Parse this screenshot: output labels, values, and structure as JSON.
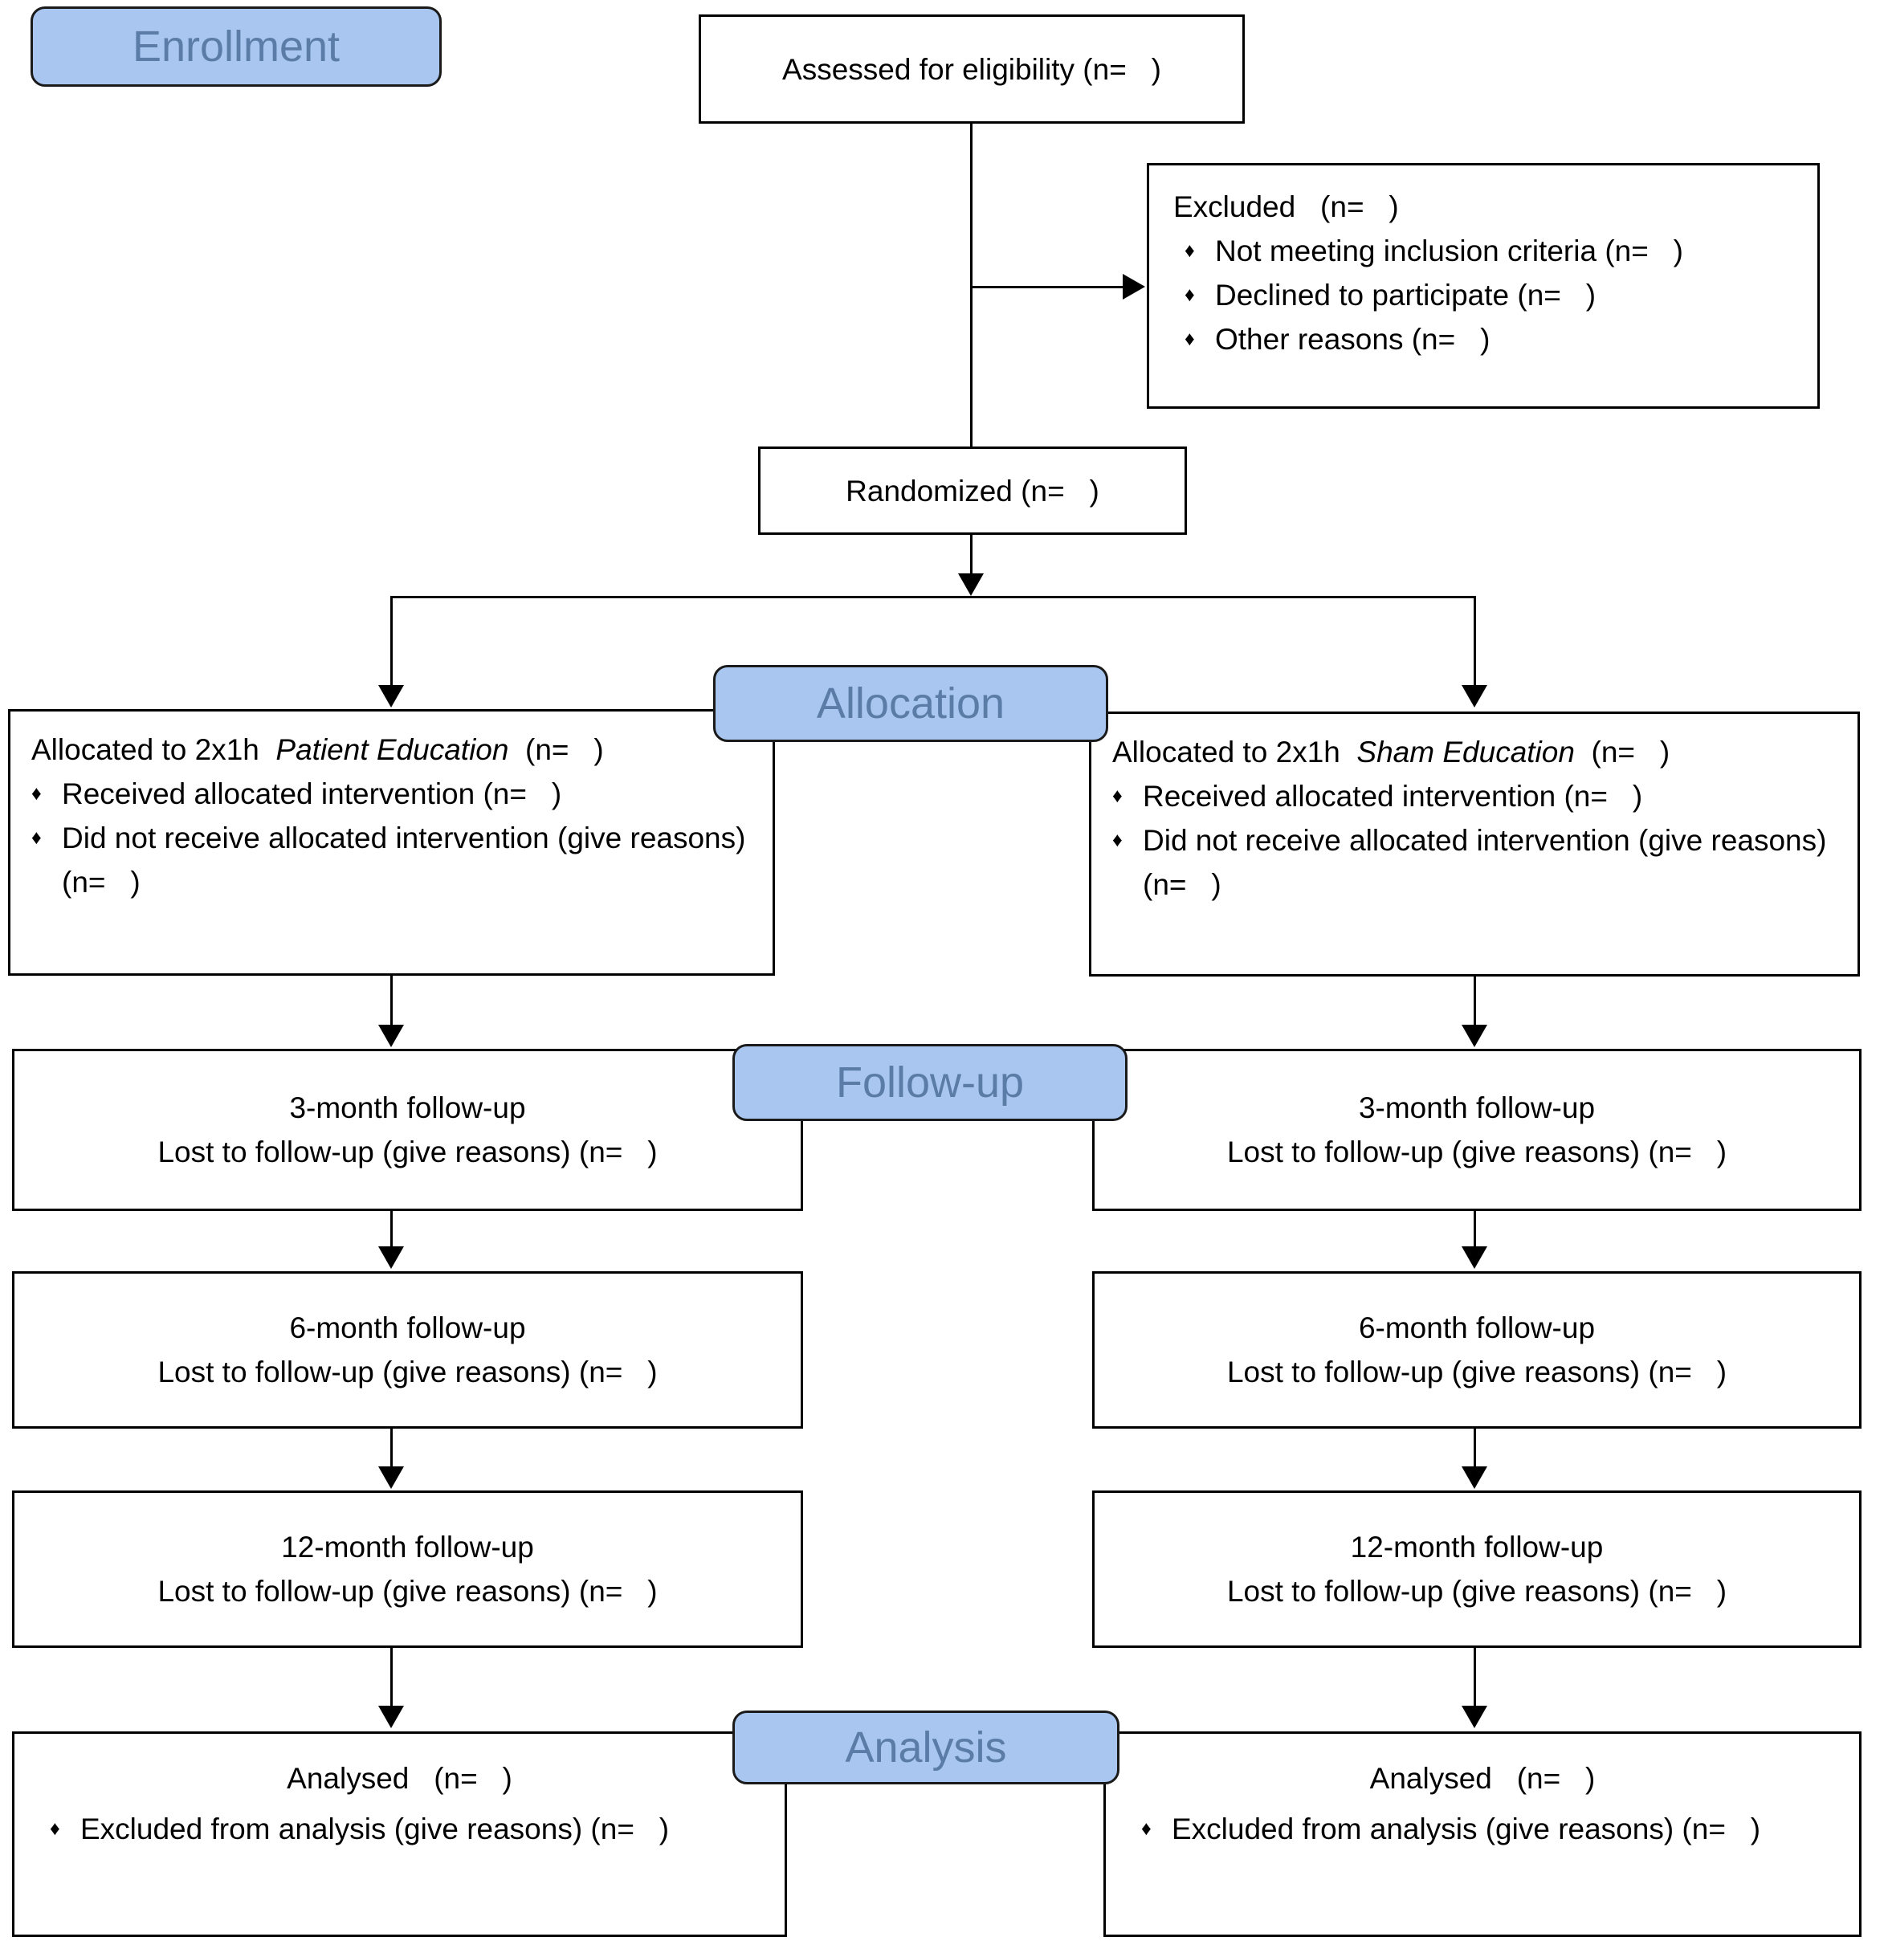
{
  "colors": {
    "badge_fill": "#a9c6f0",
    "badge_text": "#5a7ca6",
    "line": "#000000"
  },
  "glyphs": {
    "bullet": "♦"
  },
  "badges": {
    "enrollment": "Enrollment",
    "allocation": "Allocation",
    "followup": "Follow-up",
    "analysis": "Analysis"
  },
  "assessed": {
    "text": "Assessed for eligibility (n=   )"
  },
  "excluded": {
    "title": "Excluded   (n=   )",
    "items": [
      "Not meeting inclusion criteria (n=   )",
      "Declined to participate (n=   )",
      "Other reasons (n=   )"
    ]
  },
  "randomized": {
    "text": "Randomized (n=   )"
  },
  "allocation_left": {
    "prefix": "Allocated to 2x1h  ",
    "emphasis": "Patient Education",
    "suffix": "  (n=   )",
    "items": [
      "Received allocated intervention (n=   )",
      "Did not receive allocated intervention (give reasons) (n=   )"
    ]
  },
  "allocation_right": {
    "prefix": "Allocated to 2x1h  ",
    "emphasis": "Sham Education",
    "suffix": "  (n=   )",
    "items": [
      "Received allocated intervention (n=   )",
      "Did not receive allocated intervention (give reasons) (n=   )"
    ]
  },
  "followup_left": [
    {
      "line1": "3-month follow-up",
      "line2": "Lost to follow-up (give reasons) (n=   )"
    },
    {
      "line1": "6-month follow-up",
      "line2": "Lost to follow-up (give reasons) (n=   )"
    },
    {
      "line1": "12-month follow-up",
      "line2": "Lost to follow-up (give reasons) (n=   )"
    }
  ],
  "followup_right": [
    {
      "line1": "3-month follow-up",
      "line2": "Lost to follow-up (give reasons) (n=   )"
    },
    {
      "line1": "6-month follow-up",
      "line2": "Lost to follow-up (give reasons) (n=   )"
    },
    {
      "line1": "12-month follow-up",
      "line2": "Lost to follow-up (give reasons) (n=   )"
    }
  ],
  "analysis_left": {
    "title": "Analysed   (n=   )",
    "item": "Excluded from analysis (give reasons) (n=   )"
  },
  "analysis_right": {
    "title": "Analysed   (n=   )",
    "item": "Excluded from analysis (give reasons) (n=   )"
  }
}
